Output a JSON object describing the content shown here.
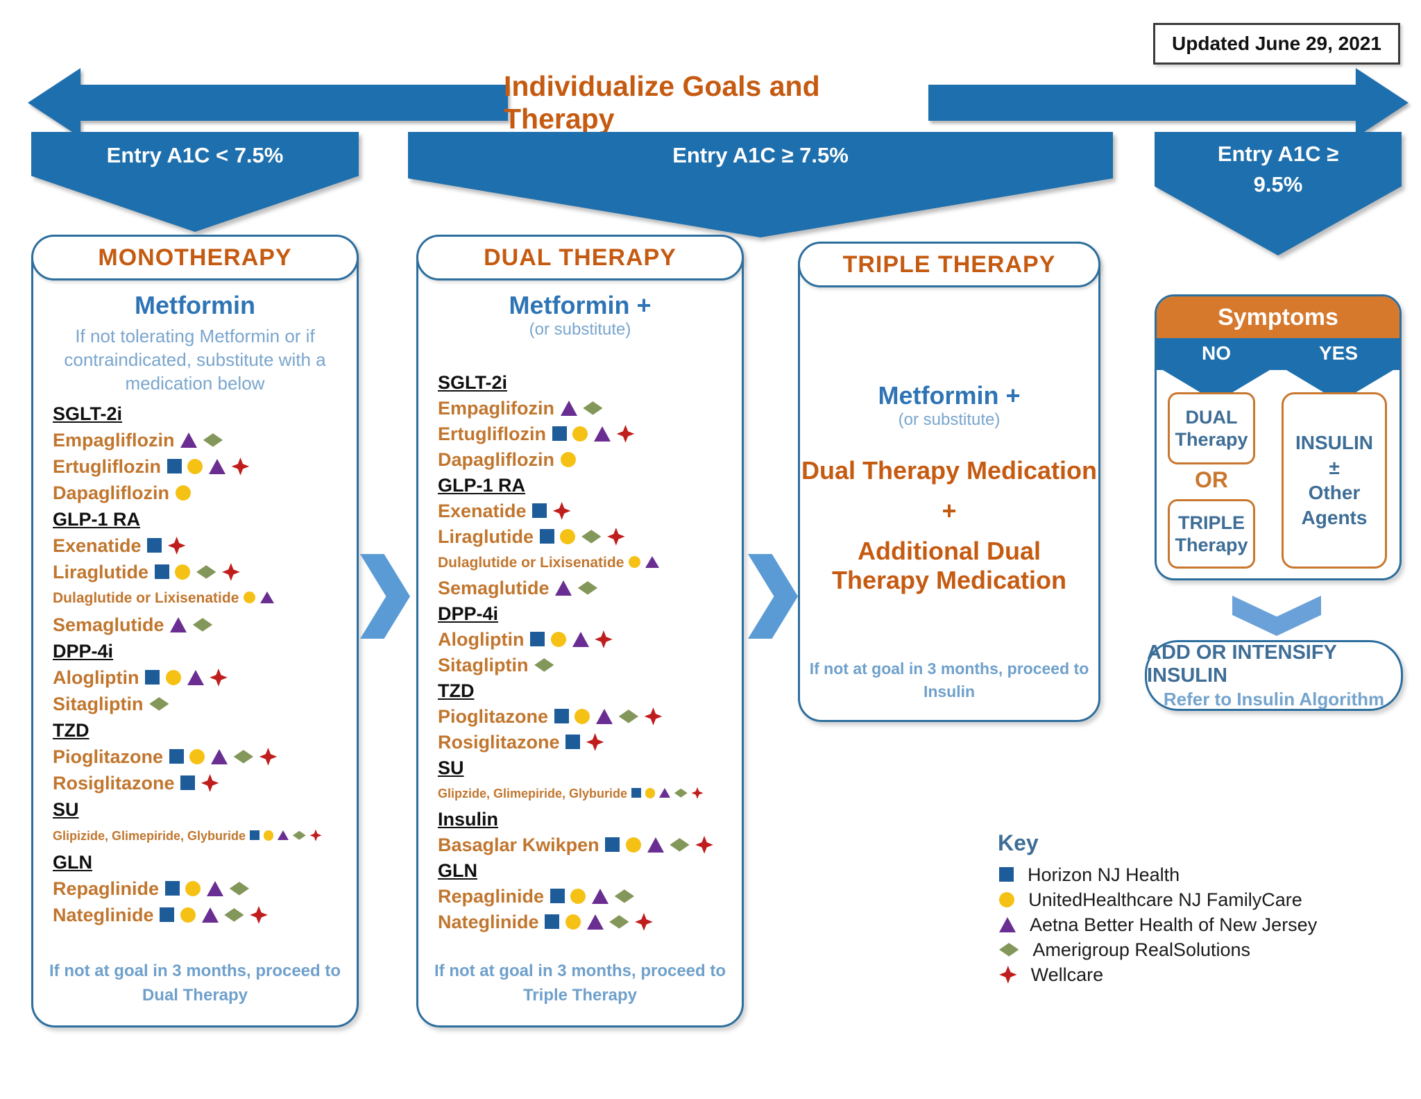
{
  "updated": "Updated June 29, 2021",
  "title": "Individualize Goals and Therapy",
  "banners": {
    "left": "Entry A1C < 7.5%",
    "middle": "Entry A1C ≥ 7.5%",
    "right_line1": "Entry A1C ≥",
    "right_line2": "9.5%"
  },
  "monotherapy": {
    "header": "MONOTHERAPY",
    "drug_title": "Metformin",
    "subtitle": "If not tolerating Metformin or if contraindicated, substitute with a medication below",
    "rows": [
      {
        "type": "category",
        "label": "SGLT-2i"
      },
      {
        "type": "drug",
        "label": "Empagliflozin",
        "symbols": [
          "triangle",
          "diamond"
        ]
      },
      {
        "type": "drug",
        "label": "Ertugliflozin",
        "symbols": [
          "square",
          "circle",
          "triangle",
          "star"
        ]
      },
      {
        "type": "drug",
        "label": "Dapagliflozin",
        "symbols": [
          "circle"
        ]
      },
      {
        "type": "category",
        "label": "GLP-1 RA"
      },
      {
        "type": "drug",
        "label": "Exenatide",
        "symbols": [
          "square",
          "star"
        ]
      },
      {
        "type": "drug",
        "label": "Liraglutide",
        "symbols": [
          "square",
          "circle",
          "diamond",
          "star"
        ]
      },
      {
        "type": "drug",
        "label": "Dulaglutide or Lixisenatide",
        "symbols": [
          "circle",
          "triangle"
        ]
      },
      {
        "type": "drug",
        "label": "Semaglutide",
        "symbols": [
          "triangle",
          "diamond"
        ]
      },
      {
        "type": "category",
        "label": "DPP-4i"
      },
      {
        "type": "drug",
        "label": "Alogliptin",
        "symbols": [
          "square",
          "circle",
          "triangle",
          "star"
        ]
      },
      {
        "type": "drug",
        "label": "Sitagliptin",
        "symbols": [
          "diamond"
        ]
      },
      {
        "type": "category",
        "label": "TZD"
      },
      {
        "type": "drug",
        "label": "Pioglitazone",
        "symbols": [
          "square",
          "circle",
          "triangle",
          "diamond",
          "star"
        ]
      },
      {
        "type": "drug",
        "label": "Rosiglitazone",
        "symbols": [
          "square",
          "star"
        ]
      },
      {
        "type": "category",
        "label": "SU"
      },
      {
        "type": "drug",
        "label": "Glipizide, Glimepiride, Glyburide",
        "symbols": [
          "square",
          "circle",
          "triangle",
          "diamond",
          "star"
        ]
      },
      {
        "type": "category",
        "label": "GLN"
      },
      {
        "type": "drug",
        "label": "Repaglinide",
        "symbols": [
          "square",
          "circle",
          "triangle",
          "diamond"
        ]
      },
      {
        "type": "drug",
        "label": "Nateglinide",
        "symbols": [
          "square",
          "circle",
          "triangle",
          "diamond",
          "star"
        ]
      }
    ],
    "footer_line1": "If not at goal in 3 months, proceed to",
    "footer_line2": "Dual Therapy"
  },
  "dual": {
    "header": "DUAL THERAPY",
    "drug_title": "Metformin +",
    "subtitle": "(or substitute)",
    "rows": [
      {
        "type": "category",
        "label": "SGLT-2i"
      },
      {
        "type": "drug",
        "label": "Empaglifozin",
        "symbols": [
          "triangle",
          "diamond"
        ]
      },
      {
        "type": "drug",
        "label": "Ertugliflozin",
        "symbols": [
          "square",
          "circle",
          "triangle",
          "star"
        ]
      },
      {
        "type": "drug",
        "label": "Dapagliflozin",
        "symbols": [
          "circle"
        ]
      },
      {
        "type": "category",
        "label": "GLP-1 RA"
      },
      {
        "type": "drug",
        "label": "Exenatide",
        "symbols": [
          "square",
          "star"
        ]
      },
      {
        "type": "drug",
        "label": "Liraglutide",
        "symbols": [
          "square",
          "circle",
          "diamond",
          "star"
        ]
      },
      {
        "type": "drug",
        "label": "Dulaglutide or Lixisenatide",
        "symbols": [
          "circle",
          "triangle"
        ]
      },
      {
        "type": "drug",
        "label": "Semaglutide",
        "symbols": [
          "triangle",
          "diamond"
        ]
      },
      {
        "type": "category",
        "label": "DPP-4i"
      },
      {
        "type": "drug",
        "label": "Alogliptin",
        "symbols": [
          "square",
          "circle",
          "triangle",
          "star"
        ]
      },
      {
        "type": "drug",
        "label": "Sitagliptin",
        "symbols": [
          "diamond"
        ]
      },
      {
        "type": "category",
        "label": "TZD"
      },
      {
        "type": "drug",
        "label": "Pioglitazone",
        "symbols": [
          "square",
          "circle",
          "triangle",
          "diamond",
          "star"
        ]
      },
      {
        "type": "drug",
        "label": "Rosiglitazone",
        "symbols": [
          "square",
          "star"
        ]
      },
      {
        "type": "category",
        "label": "SU"
      },
      {
        "type": "drug",
        "label": "Glipzide, Glimepiride, Glyburide",
        "symbols": [
          "square",
          "circle",
          "triangle",
          "diamond",
          "star"
        ]
      },
      {
        "type": "category",
        "label": "Insulin"
      },
      {
        "type": "drug",
        "label": "Basaglar Kwikpen",
        "symbols": [
          "square",
          "circle",
          "triangle",
          "diamond",
          "star"
        ]
      },
      {
        "type": "category",
        "label": "GLN"
      },
      {
        "type": "drug",
        "label": "Repaglinide",
        "symbols": [
          "square",
          "circle",
          "triangle",
          "diamond"
        ]
      },
      {
        "type": "drug",
        "label": "Nateglinide",
        "symbols": [
          "square",
          "circle",
          "triangle",
          "diamond",
          "star"
        ]
      }
    ],
    "footer_line1": "If not at goal in 3 months, proceed to",
    "footer_line2": "Triple Therapy"
  },
  "triple": {
    "header": "TRIPLE THERAPY",
    "drug_title": "Metformin +",
    "subtitle": "(or substitute)",
    "line1": "Dual Therapy Medication",
    "plus": "+",
    "line2": "Additional Dual Therapy Medication",
    "footer_line1": "If not at goal in 3 months, proceed to",
    "footer_line2": "Insulin"
  },
  "symptoms": {
    "header": "Symptoms",
    "no_label": "NO",
    "yes_label": "YES",
    "dual_line1": "DUAL",
    "dual_line2": "Therapy",
    "or_label": "OR",
    "triple_line1": "TRIPLE",
    "triple_line2": "Therapy",
    "insulin_line1": "INSULIN",
    "insulin_line2": "±",
    "insulin_line3": "Other",
    "insulin_line4": "Agents"
  },
  "add_insulin": {
    "line1": "ADD OR INTENSIFY INSULIN",
    "line2": "Refer to Insulin Algorithm"
  },
  "key": {
    "title": "Key",
    "items": [
      {
        "symbol": "square",
        "label": "Horizon NJ Health"
      },
      {
        "symbol": "circle",
        "label": "UnitedHealthcare NJ FamilyCare"
      },
      {
        "symbol": "triangle",
        "label": "Aetna Better Health of New Jersey"
      },
      {
        "symbol": "diamond",
        "label": "Amerigroup RealSolutions"
      },
      {
        "symbol": "star",
        "label": "Wellcare"
      }
    ]
  },
  "colors": {
    "banner_blue": "#1E6FAD",
    "chevron_blue": "#5B9BD5",
    "box_border_blue": "#2C6E9E",
    "orange_heading": "#C55A11",
    "orange_fill": "#D6792C",
    "orange_border": "#C9772E",
    "drug_text": "#C1762E",
    "blue_heading": "#2E74B5",
    "light_blue_text": "#79A5CD",
    "steel_text": "#3E6D96",
    "plan_square": "#1D5C99",
    "plan_circle": "#F5C115",
    "plan_triangle": "#6A2D91",
    "plan_diamond": "#84975A",
    "plan_star": "#C01D1D"
  }
}
